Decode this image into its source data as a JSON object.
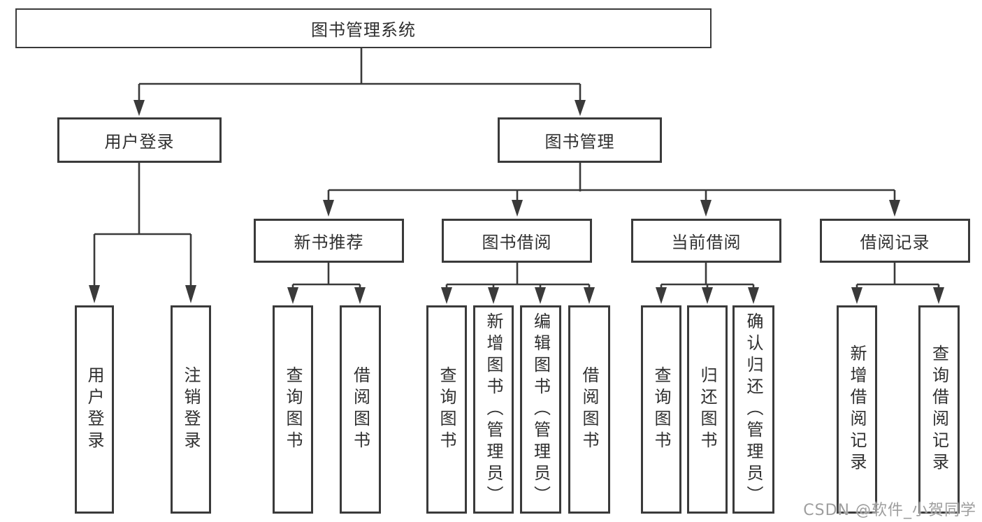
{
  "diagram": {
    "root": {
      "label": "图书管理系统",
      "children": [
        {
          "label": "用户登录",
          "children": [
            {
              "label": "用户登录"
            },
            {
              "label": "注销登录"
            }
          ]
        },
        {
          "label": "图书管理",
          "children": [
            {
              "label": "新书推荐",
              "children": [
                {
                  "label": "查询图书"
                },
                {
                  "label": "借阅图书"
                }
              ]
            },
            {
              "label": "图书借阅",
              "children": [
                {
                  "label": "查询图书"
                },
                {
                  "label": "新增图书（管理员）"
                },
                {
                  "label": "编辑图书（管理员）"
                },
                {
                  "label": "借阅图书"
                }
              ]
            },
            {
              "label": "当前借阅",
              "children": [
                {
                  "label": "查询图书"
                },
                {
                  "label": "归还图书"
                },
                {
                  "label": "确认归还（管理员）"
                }
              ]
            },
            {
              "label": "借阅记录",
              "children": [
                {
                  "label": "新增借阅记录"
                },
                {
                  "label": "查询借阅记录"
                }
              ]
            }
          ]
        }
      ]
    }
  },
  "watermark": {
    "text": "CSDN @软件_小贺同学"
  },
  "colors": {
    "line": "#3a3a3a",
    "text": "#2f2f2f",
    "background": "#ffffff",
    "watermark": "#9e9e9e"
  }
}
